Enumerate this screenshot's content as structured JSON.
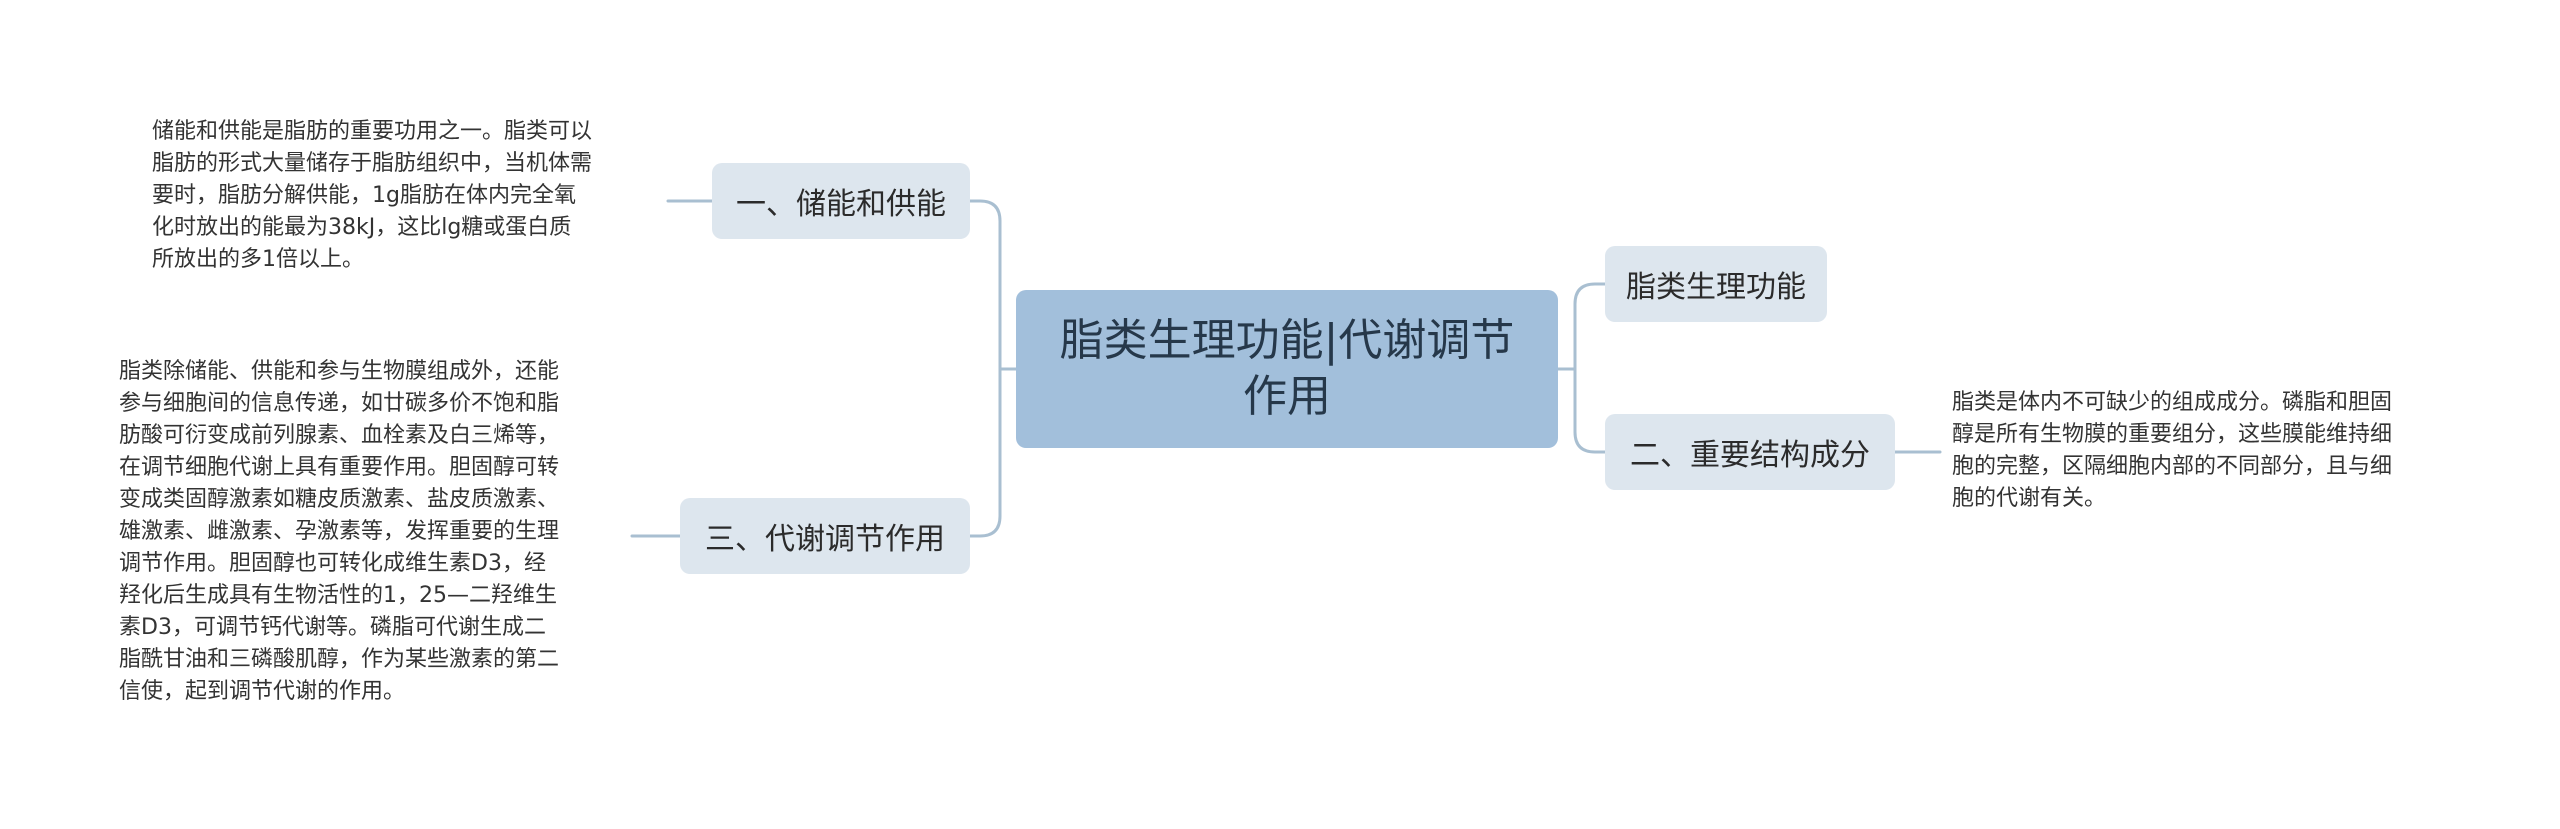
{
  "root": {
    "title": "脂类生理功能|代谢调节作用"
  },
  "branches": {
    "b1": "一、储能和供能",
    "b3": "三、代谢调节作用",
    "bf": "脂类生理功能",
    "b2": "二、重要结构成分"
  },
  "leaves": {
    "leaf1": "储能和供能是脂肪的重要功用之一。脂类可以\n脂肪的形式大量储存于脂肪组织中，当机体需\n要时，脂肪分解供能，1g脂肪在体内完全氧\n化时放出的能最为38kJ，这比lg糖或蛋白质\n所放出的多1倍以上。",
    "leaf3": "脂类除储能、供能和参与生物膜组成外，还能\n参与细胞间的信息传递，如廿碳多价不饱和脂\n肪酸可衍变成前列腺素、血栓素及白三烯等，\n在调节细胞代谢上具有重要作用。胆固醇可转\n变成类固醇激素如糖皮质激素、盐皮质激素、\n雄激素、雌激素、孕激素等，发挥重要的生理\n调节作用。胆固醇也可转化成维生素D3，经\n羟化后生成具有生物活性的1，25—二羟维生\n素D3，可调节钙代谢等。磷脂可代谢生成二\n脂酰甘油和三磷酸肌醇，作为某些激素的第二\n信使，起到调节代谢的作用。",
    "leaf2": "脂类是体内不可缺少的组成成分。磷脂和胆固\n醇是所有生物膜的重要组分，这些膜能维持细\n胞的完整，区隔细胞内部的不同部分，且与细\n胞的代谢有关。"
  },
  "colors": {
    "root_fill": "#a2bfdb",
    "branch_fill": "#dde6ee",
    "connector": "#a9bfd1"
  }
}
